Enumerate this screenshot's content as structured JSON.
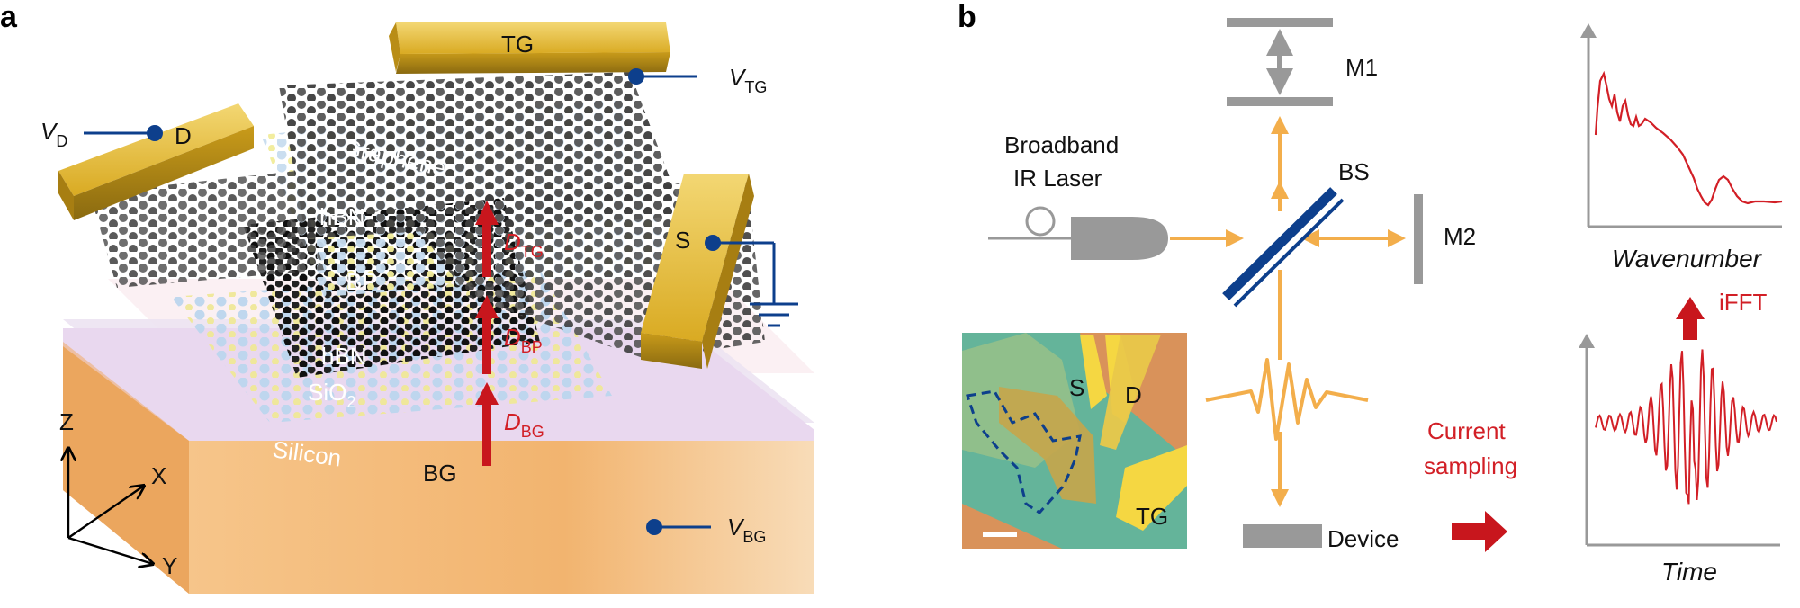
{
  "panel_a": {
    "letter": "a",
    "labels": {
      "tg": "TG",
      "d": "D",
      "s": "S",
      "bg": "BG",
      "graphene": "Graphene",
      "hbn_top": "hBN",
      "bp": "BP",
      "hbn_bottom": "hBN",
      "sio2": "SiO",
      "sio2_sub": "2",
      "silicon": "Silicon"
    },
    "voltages": {
      "vtg_main": "V",
      "vtg_sub": "TG",
      "vd_main": "V",
      "vd_sub": "D",
      "vbg_main": "V",
      "vbg_sub": "BG"
    },
    "fields": {
      "dtg_main": "D",
      "dtg_sub": "TG",
      "dbp_main": "D",
      "dbp_sub": "BP",
      "dbg_main": "D",
      "dbg_sub": "BG"
    },
    "axes": {
      "z": "Z",
      "x": "X",
      "y": "Y"
    },
    "colors": {
      "gold": "#e0b628",
      "substrate": "#f2b46f",
      "oxide": "#ece3f2",
      "field_arrow": "#c8161d",
      "wire": "#0d3f8c"
    }
  },
  "panel_b": {
    "letter": "b",
    "labels": {
      "m1": "M1",
      "m2": "M2",
      "bs": "BS",
      "laser_line1": "Broadband",
      "laser_line2": "IR Laser",
      "device": "Device",
      "current_line1": "Current",
      "current_line2": "sampling",
      "ifft": "iFFT",
      "wavenumber": "Wavenumber",
      "time": "Time",
      "micro_s": "S",
      "micro_d": "D",
      "micro_tg": "TG"
    },
    "colors": {
      "beam": "#f3ae4b",
      "splitter": "#0d3f8c",
      "mirror": "#999999",
      "signal": "#d21f26"
    }
  }
}
